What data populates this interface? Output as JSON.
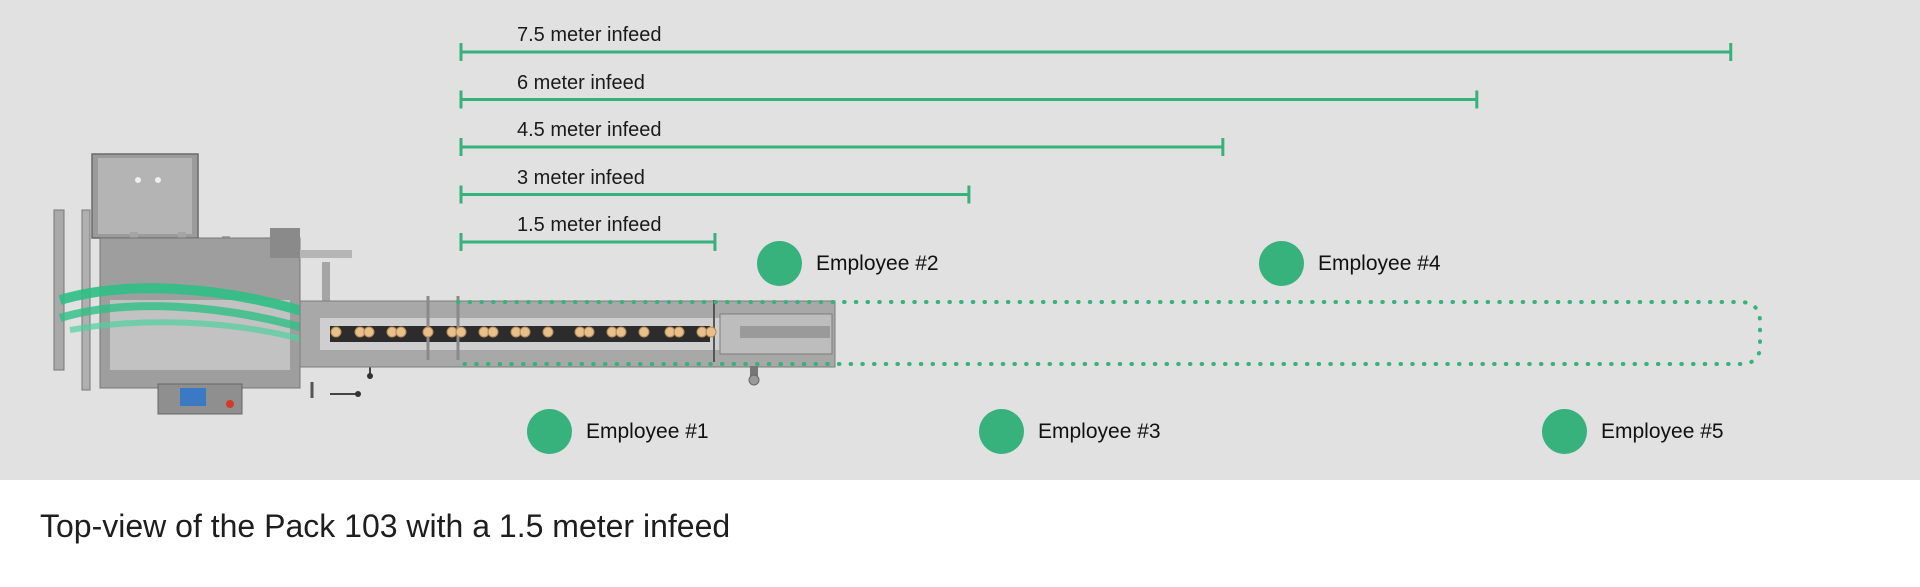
{
  "accent_color": "#37b27d",
  "scale_bars": [
    {
      "label": "7.5 meter infeed",
      "meters": 7.5
    },
    {
      "label": "6 meter infeed",
      "meters": 6
    },
    {
      "label": "4.5 meter infeed",
      "meters": 4.5
    },
    {
      "label": "3 meter infeed",
      "meters": 3
    },
    {
      "label": "1.5 meter infeed",
      "meters": 1.5
    }
  ],
  "employees": [
    {
      "label": "Employee #1"
    },
    {
      "label": "Employee #2"
    },
    {
      "label": "Employee #3"
    },
    {
      "label": "Employee #4"
    },
    {
      "label": "Employee #5"
    }
  ],
  "caption": "Top-view of the Pack 103 with a 1.5 meter infeed"
}
